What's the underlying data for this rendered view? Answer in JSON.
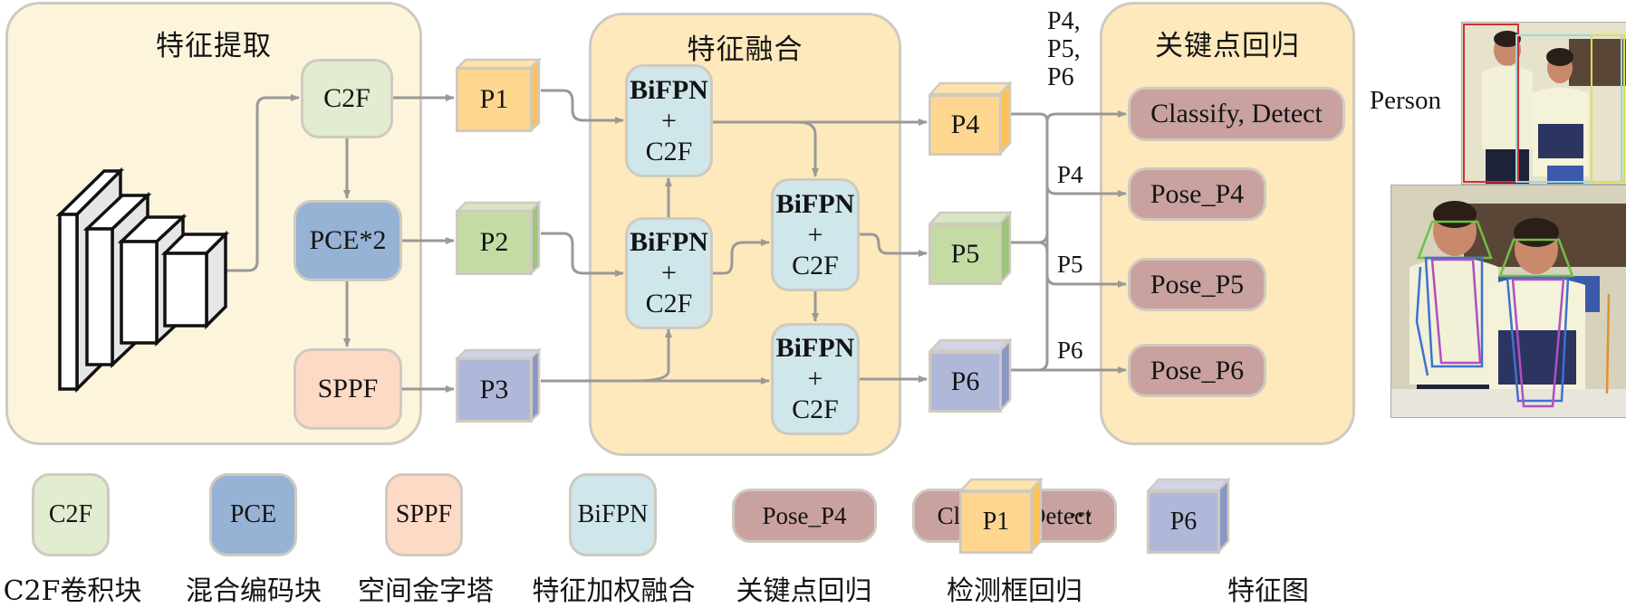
{
  "diagram": {
    "sections": {
      "extraction": {
        "title": "特征提取"
      },
      "fusion": {
        "title": "特征融合"
      },
      "regression": {
        "title": "关键点回归"
      }
    },
    "modules": {
      "c2f": "C2F",
      "pce": "PCE*2",
      "sppf": "SPPF",
      "bifpn_line1": "BiFPN",
      "bifpn_line2": "+",
      "bifpn_line3": "C2F"
    },
    "feature_maps": [
      "P1",
      "P2",
      "P3",
      "P4",
      "P5",
      "P6"
    ],
    "heads": {
      "detect": "Classify, Detect",
      "pose_p4": "Pose_P4",
      "pose_p5": "Pose_P5",
      "pose_p6": "Pose_P6"
    },
    "edge_labels": {
      "combined_line1": "P4,",
      "combined_line2": "P5,",
      "combined_line3": "P6",
      "p4": "P4",
      "p5": "P5",
      "p6": "P6"
    },
    "output": {
      "class_label": "Person"
    }
  },
  "legend": {
    "items": [
      {
        "swatch": "C2F",
        "label": "C2F卷积块"
      },
      {
        "swatch": "PCE",
        "label": "混合编码块"
      },
      {
        "swatch": "SPPF",
        "label": "空间金字塔"
      },
      {
        "swatch": "BiFPN",
        "label": "特征加权融合"
      },
      {
        "swatch": "Pose_P4",
        "label": "关键点回归"
      },
      {
        "swatch": "Classify, Detect",
        "label": "检测框回归"
      }
    ],
    "feature_map": {
      "first": "P1",
      "ellipsis": "···",
      "last": "P6",
      "label": "特征图"
    }
  },
  "colors": {
    "c2f": "#e2ecd0",
    "pce": "#96b2d4",
    "sppf": "#fcdac6",
    "bifpn": "#cfe6ea",
    "head": "#c9a19f",
    "p_yellow": "#fed690",
    "p_green": "#c4dca4",
    "p_blue": "#b0b8da",
    "panel_light": "#fdf4dc",
    "panel_fusion": "#fee9bc",
    "arrow": "#999999"
  }
}
